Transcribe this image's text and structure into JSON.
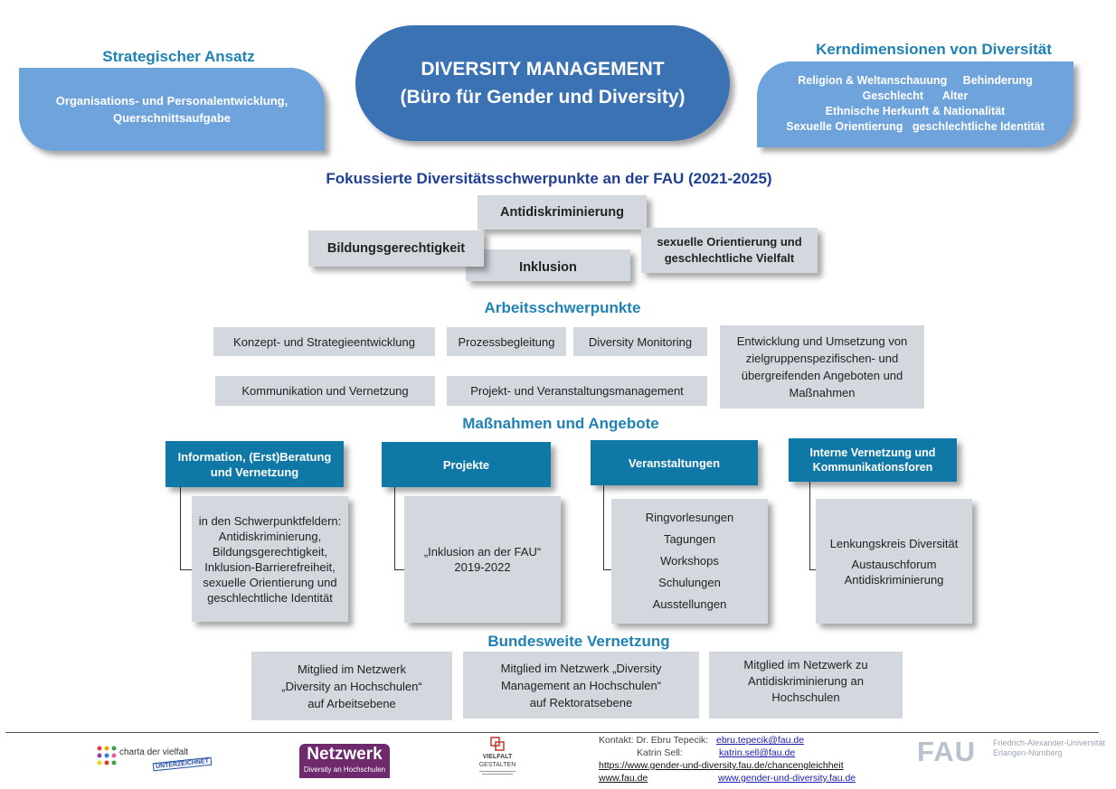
{
  "left_panel": {
    "heading": "Strategischer Ansatz",
    "text": "Organisations- und Personalentwicklung, Querschnittsaufgabe"
  },
  "center_title": {
    "line1": "DIVERSITY MANAGEMENT",
    "line2": "(Büro für Gender und Diversity)"
  },
  "right_panel": {
    "heading": "Kerndimensionen von Diversität",
    "items": [
      "Religion & Weltanschauung",
      "Behinderung",
      "Geschlecht",
      "Alter",
      "Ethnische Herkunft & Nationalität",
      "Sexuelle Orientierung",
      "geschlechtliche Identität"
    ]
  },
  "focus": {
    "heading": "Fokussierte Diversitätsschwerpunkte an der FAU (2021-2025)",
    "antidiskriminierung": "Antidiskriminierung",
    "bildungsgerechtigkeit": "Bildungsgerechtigkeit",
    "inklusion": "Inklusion",
    "sexuelle": "sexuelle Orientierung und geschlechtliche Vielfalt"
  },
  "arbeit": {
    "heading": "Arbeitsschwerpunkte",
    "konzept": "Konzept- und Strategieentwicklung",
    "prozess": "Prozessbegleitung",
    "monitoring": "Diversity Monitoring",
    "entwicklung": "Entwicklung und Umsetzung von zielgruppenspezifischen- und übergreifenden Angeboten und Maßnahmen",
    "kommunikation": "Kommunikation und Vernetzung",
    "projekt": "Projekt- und Veranstaltungsmanagement"
  },
  "massnahmen": {
    "heading": "Maßnahmen und Angebote",
    "info_title": "Information, (Erst)Beratung und Vernetzung",
    "info_lines": [
      "in den Schwerpunktfeldern:",
      "Antidiskriminierung,",
      "Bildungsgerechtigkeit,",
      "Inklusion-Barrierefreiheit,",
      "sexuelle Orientierung und",
      "geschlechtliche Identität"
    ],
    "projekte_title": "Projekte",
    "projekte_lines": [
      "„Inklusion an der FAU“",
      "2019-2022"
    ],
    "veranst_title": "Veranstaltungen",
    "veranst_lines": [
      "Ringvorlesungen",
      "Tagungen",
      "Workshops",
      "Schulungen",
      "Ausstellungen"
    ],
    "intern_title": "Interne Vernetzung und Kommunikationsforen",
    "intern_lines": [
      "Lenkungskreis Diversität",
      "Austauschforum",
      "Antidiskriminierung"
    ]
  },
  "bund": {
    "heading": "Bundesweite Vernetzung",
    "box1": [
      "Mitglied im Netzwerk",
      "„Diversity an Hochschulen“",
      "auf Arbeitsebene"
    ],
    "box2": [
      "Mitglied im Netzwerk „Diversity",
      "Management an Hochschulen“",
      "auf Rektoratsebene"
    ],
    "box3": [
      "Mitglied im Netzwerk zu",
      "Antidiskriminierung an",
      "Hochschulen"
    ]
  },
  "footer": {
    "charta_text": "charta der vielfalt",
    "charta_stamp": "UNTERZEICHNET",
    "netzwerk_title": "Netzwerk",
    "netzwerk_sub": "Diversity an Hochschulen",
    "vielfalt_title": "VIELFALT",
    "vielfalt_sub": "GESTALTEN",
    "kontakt1_label": "Kontakt: Dr. Ebru Tepecik:",
    "kontakt1_email": "ebru.tepecik@fau.de",
    "kontakt2_label": "Katrin Sell:",
    "kontakt2_email": "katrin.sell@fau.de",
    "url1": "https://www.gender-und-diversity.fau.de/chancengleichheit",
    "url2": "www.fau.de",
    "url3": "www.gender-und-diversity.fau.de",
    "fau_logo": "FAU",
    "fau_name1": "Friedrich-Alexander-Universität",
    "fau_name2": "Erlangen-Nürnberg"
  },
  "colors": {
    "accent": "#1f82b5",
    "teal": "#0f78a6",
    "title_blue": "#3a72b4",
    "light_blue": "#6ea3dc",
    "dark_blue": "#1f3f95",
    "gray_box": "#d3d8df"
  }
}
